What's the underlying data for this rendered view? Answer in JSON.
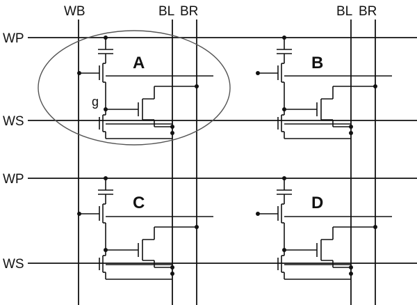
{
  "labels": {
    "wb": "WB",
    "bl_left": "BL",
    "br_left": "BR",
    "bl_right": "BL",
    "br_right": "BR",
    "wp_top": "WP",
    "ws_top": "WS",
    "wp_bottom": "WP",
    "ws_bottom": "WS",
    "gate": "g"
  },
  "cells": [
    {
      "label": "A"
    },
    {
      "label": "B"
    },
    {
      "label": "C"
    },
    {
      "label": "D"
    }
  ]
}
